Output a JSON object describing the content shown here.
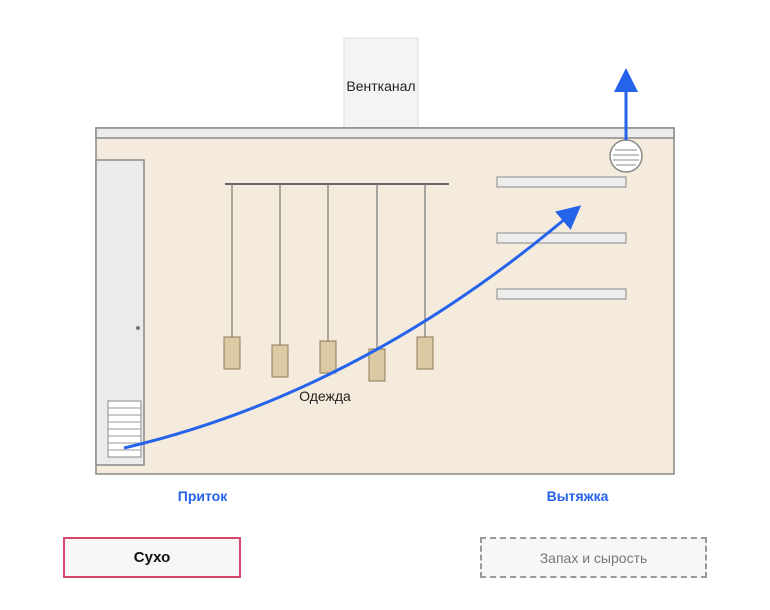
{
  "labels": {
    "duct": "Вентканал",
    "clothes": "Одежда",
    "inflow": "Приток",
    "exhaust": "Вытяжка"
  },
  "states": {
    "good": "Сухо",
    "bad": "Запах и сырость"
  },
  "colors": {
    "room_fill": "#f5ebdc",
    "airflow": "#2563eb",
    "good_border": "#d8476b",
    "bad_border": "#999999"
  },
  "diagram": {
    "hanger_count": 5,
    "shelf_count": 3
  }
}
